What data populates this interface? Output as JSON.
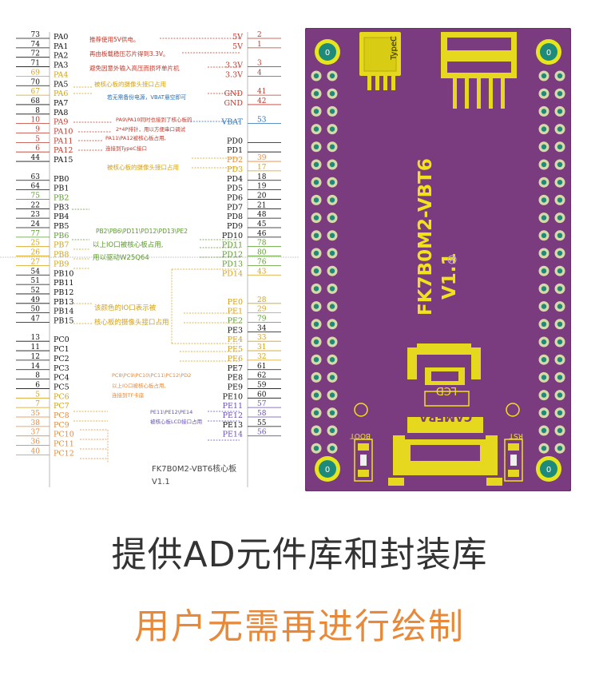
{
  "left_pins": [
    {
      "num": "73",
      "name": "PA0",
      "color": "#111"
    },
    {
      "num": "74",
      "name": "PA1",
      "color": "#111"
    },
    {
      "num": "72",
      "name": "PA2",
      "color": "#111"
    },
    {
      "num": "71",
      "name": "PA3",
      "color": "#111"
    },
    {
      "num": "69",
      "name": "PA4",
      "color": "#d4a017"
    },
    {
      "num": "70",
      "name": "PA5",
      "color": "#111"
    },
    {
      "num": "67",
      "name": "PA6",
      "color": "#d4a017"
    },
    {
      "num": "68",
      "name": "PA7",
      "color": "#111"
    },
    {
      "num": "8",
      "name": "PA8",
      "color": "#111"
    },
    {
      "num": "10",
      "name": "PA9",
      "color": "#c0392b"
    },
    {
      "num": "9",
      "name": "PA10",
      "color": "#c0392b"
    },
    {
      "num": "5",
      "name": "PA11",
      "color": "#c0392b"
    },
    {
      "num": "6",
      "name": "PA12",
      "color": "#c0392b"
    },
    {
      "num": "44",
      "name": "PA15",
      "color": "#111"
    },
    {
      "num": "",
      "name": "",
      "color": "#111"
    },
    {
      "num": "63",
      "name": "PB0",
      "color": "#111"
    },
    {
      "num": "64",
      "name": "PB1",
      "color": "#111"
    },
    {
      "num": "75",
      "name": "PB2",
      "color": "#5a9a2e"
    },
    {
      "num": "22",
      "name": "PB3",
      "color": "#111"
    },
    {
      "num": "23",
      "name": "PB4",
      "color": "#111"
    },
    {
      "num": "24",
      "name": "PB5",
      "color": "#111"
    },
    {
      "num": "77",
      "name": "PB6",
      "color": "#5a9a2e"
    },
    {
      "num": "25",
      "name": "PB7",
      "color": "#d4a017"
    },
    {
      "num": "26",
      "name": "PB8",
      "color": "#d4a017"
    },
    {
      "num": "27",
      "name": "PB9",
      "color": "#d4a017"
    },
    {
      "num": "54",
      "name": "PB10",
      "color": "#111"
    },
    {
      "num": "51",
      "name": "PB11",
      "color": "#111"
    },
    {
      "num": "52",
      "name": "PB12",
      "color": "#111"
    },
    {
      "num": "49",
      "name": "PB13",
      "color": "#111"
    },
    {
      "num": "50",
      "name": "PB14",
      "color": "#111"
    },
    {
      "num": "47",
      "name": "PB15",
      "color": "#111"
    },
    {
      "num": "",
      "name": "",
      "color": "#111"
    },
    {
      "num": "13",
      "name": "PC0",
      "color": "#111"
    },
    {
      "num": "11",
      "name": "PC1",
      "color": "#111"
    },
    {
      "num": "12",
      "name": "PC2",
      "color": "#111"
    },
    {
      "num": "14",
      "name": "PC3",
      "color": "#111"
    },
    {
      "num": "8",
      "name": "PC4",
      "color": "#111"
    },
    {
      "num": "6",
      "name": "PC5",
      "color": "#111"
    },
    {
      "num": "5",
      "name": "PC6",
      "color": "#d4a017"
    },
    {
      "num": "7",
      "name": "PC7",
      "color": "#d4a017"
    },
    {
      "num": "35",
      "name": "PC8",
      "color": "#e8893a"
    },
    {
      "num": "38",
      "name": "PC9",
      "color": "#e8893a"
    },
    {
      "num": "37",
      "name": "PC10",
      "color": "#e8893a"
    },
    {
      "num": "36",
      "name": "PC11",
      "color": "#e8893a"
    },
    {
      "num": "40",
      "name": "PC12",
      "color": "#e8893a"
    }
  ],
  "right_pins": [
    {
      "num": "2",
      "name": "5V",
      "color": "#c0392b"
    },
    {
      "num": "1",
      "name": "5V",
      "color": "#c0392b"
    },
    {
      "num": "",
      "name": "",
      "color": "#111"
    },
    {
      "num": "3",
      "name": "3.3V",
      "color": "#c0392b"
    },
    {
      "num": "4",
      "name": "3.3V",
      "color": "#c0392b"
    },
    {
      "num": "",
      "name": "",
      "color": "#111"
    },
    {
      "num": "41",
      "name": "GND",
      "color": "#c0392b"
    },
    {
      "num": "42",
      "name": "GND",
      "color": "#c0392b"
    },
    {
      "num": "",
      "name": "",
      "color": "#111"
    },
    {
      "num": "53",
      "name": "VBAT",
      "color": "#2a6fb5"
    },
    {
      "num": "",
      "name": "",
      "color": "#111"
    },
    {
      "num": "",
      "name": "PD0",
      "color": "#111"
    },
    {
      "num": "",
      "name": "PD1",
      "color": "#111"
    },
    {
      "num": "39",
      "name": "PD2",
      "color": "#e8893a"
    },
    {
      "num": "17",
      "name": "PD3",
      "color": "#d4a017"
    },
    {
      "num": "18",
      "name": "PD4",
      "color": "#111"
    },
    {
      "num": "19",
      "name": "PD5",
      "color": "#111"
    },
    {
      "num": "20",
      "name": "PD6",
      "color": "#111"
    },
    {
      "num": "21",
      "name": "PD7",
      "color": "#111"
    },
    {
      "num": "48",
      "name": "PD8",
      "color": "#111"
    },
    {
      "num": "45",
      "name": "PD9",
      "color": "#111"
    },
    {
      "num": "46",
      "name": "PD10",
      "color": "#111"
    },
    {
      "num": "78",
      "name": "PD11",
      "color": "#5a9a2e"
    },
    {
      "num": "80",
      "name": "PD12",
      "color": "#5a9a2e"
    },
    {
      "num": "76",
      "name": "PD13",
      "color": "#5a9a2e"
    },
    {
      "num": "43",
      "name": "PD14",
      "color": "#d4a017"
    },
    {
      "num": "",
      "name": "",
      "color": "#111"
    },
    {
      "num": "",
      "name": "",
      "color": "#111"
    },
    {
      "num": "28",
      "name": "PE0",
      "color": "#d4a017"
    },
    {
      "num": "29",
      "name": "PE1",
      "color": "#d4a017"
    },
    {
      "num": "79",
      "name": "PE2",
      "color": "#5a9a2e"
    },
    {
      "num": "34",
      "name": "PE3",
      "color": "#111"
    },
    {
      "num": "33",
      "name": "PE4",
      "color": "#d4a017"
    },
    {
      "num": "31",
      "name": "PE5",
      "color": "#d4a017"
    },
    {
      "num": "32",
      "name": "PE6",
      "color": "#d4a017"
    },
    {
      "num": "61",
      "name": "PE7",
      "color": "#111"
    },
    {
      "num": "62",
      "name": "PE8",
      "color": "#111"
    },
    {
      "num": "59",
      "name": "PE9",
      "color": "#111"
    },
    {
      "num": "60",
      "name": "PE10",
      "color": "#111"
    },
    {
      "num": "57",
      "name": "PE11",
      "color": "#6a4fb5"
    },
    {
      "num": "58",
      "name": "PE12",
      "color": "#6a4fb5"
    },
    {
      "num": "55",
      "name": "PE13",
      "color": "#111"
    },
    {
      "num": "56",
      "name": "PE14",
      "color": "#6a4fb5"
    }
  ],
  "notes": [
    {
      "text": "推荐使用5V供电。",
      "color": "#c0392b"
    },
    {
      "text": "再由板载稳压芯片得到3.3V。",
      "color": "#c0392b"
    },
    {
      "text": "避免因意外输入高压而损坏单片机",
      "color": "#c0392b"
    },
    {
      "text": "被核心板的摄像头接口占用",
      "color": "#d4a017"
    },
    {
      "text": "若无需备份电源，VBAT悬空即可",
      "color": "#2a6fb5"
    },
    {
      "text": "PA9\\PA10同时也接到了核心板的",
      "color": "#c0392b"
    },
    {
      "text": "2*4P排针，用以方便串口调试",
      "color": "#c0392b"
    },
    {
      "text": "PA11\\PA12被核心板占用,",
      "color": "#c0392b"
    },
    {
      "text": "连接到TypeC接口",
      "color": "#c0392b"
    },
    {
      "text": "被核心板的摄像头接口占用",
      "color": "#d4a017"
    },
    {
      "text": "PB2\\PB6\\PD11\\PD12\\PD13\\PE2",
      "color": "#5a9a2e"
    },
    {
      "text": "以上IO口被核心板占用,",
      "color": "#5a9a2e"
    },
    {
      "text": "用以驱动W25Q64",
      "color": "#5a9a2e"
    },
    {
      "text": "该颜色的IO口表示被",
      "color": "#d4a017"
    },
    {
      "text": "核心板的摄像头接口占用",
      "color": "#d4a017"
    },
    {
      "text": "PC8\\PC9\\PC10\\PC11\\PC12\\PD2",
      "color": "#e8893a"
    },
    {
      "text": "以上IO口被核心板占用,",
      "color": "#e8893a"
    },
    {
      "text": "连接到TF卡座",
      "color": "#e8893a"
    },
    {
      "text": "PE11\\PE12\\PE14",
      "color": "#6a4fb5"
    },
    {
      "text": "被核心板LCD接口占用",
      "color": "#6a4fb5"
    }
  ],
  "schematic_title_1": "FK7B0M2-VBT6核心板",
  "schematic_title_2": "V1.1",
  "board": {
    "name": "FK7B0M2-VBT6",
    "version": "V1.1",
    "typec": "TypeC",
    "lcd": "LCD",
    "camera": "CAMERA",
    "boot": "BOOT",
    "rst": "RST",
    "hole_mark": "0",
    "pcb_color": "#7a3c7e",
    "silk_color": "#f0e21b"
  },
  "caption_main": "提供AD元件库和封装库",
  "caption_sub": "用户无需再进行绘制"
}
